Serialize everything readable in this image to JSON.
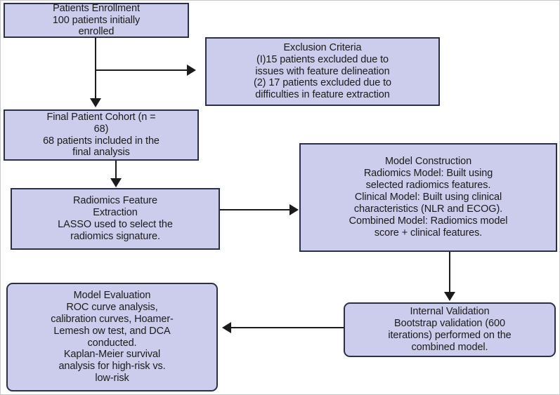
{
  "diagram": {
    "title": "Radiomics study workflow flowchart",
    "colors": {
      "node_fill": "#ccccec",
      "node_border": "#2b3047",
      "text": "#1b1b1b",
      "connector": "#1b1b1b",
      "background": "#ffffff"
    },
    "nodes": {
      "enrollment": {
        "label": "Patients Enrollment\n100 patients initially\nenrolled"
      },
      "exclusion": {
        "label": "Exclusion Criteria\n(I)15 patients excluded due to\nissues with feature delineation\n(2) 17 patients excluded due to\ndifficulties in feature extraction"
      },
      "cohort": {
        "label": "Final Patient Cohort (n =\n68)\n68 patients included in the\nfinal analysis"
      },
      "extraction": {
        "label": "Radiomics Feature\nExtraction\nLASSO used to select the\nradiomics signature."
      },
      "construction": {
        "label": "Model Construction\nRadiomics Model: Built using\nselected radiomics features.\nClinical Model: Built using clinical\ncharacteristics (NLR and ECOG).\nCombined Model: Radiomics model\nscore + clinical features."
      },
      "validation": {
        "label": "Internal Validation\nBootstrap validation (600\niterations) performed on the\ncombined model."
      },
      "evaluation": {
        "label": "Model Evaluation\nROC curve analysis,\ncalibration curves, Hoamer-\nLemesh ow test, and DCA\nconducted.\nKaplan-Meier survival\nanalysis for high-risk vs.\nlow-risk"
      }
    },
    "edges": [
      {
        "from": "enrollment",
        "to": "cohort",
        "direction": "down"
      },
      {
        "from": "enrollment",
        "to": "exclusion",
        "direction": "right"
      },
      {
        "from": "cohort",
        "to": "extraction",
        "direction": "down"
      },
      {
        "from": "extraction",
        "to": "construction",
        "direction": "right"
      },
      {
        "from": "construction",
        "to": "validation",
        "direction": "down"
      },
      {
        "from": "validation",
        "to": "evaluation",
        "direction": "left"
      }
    ]
  }
}
